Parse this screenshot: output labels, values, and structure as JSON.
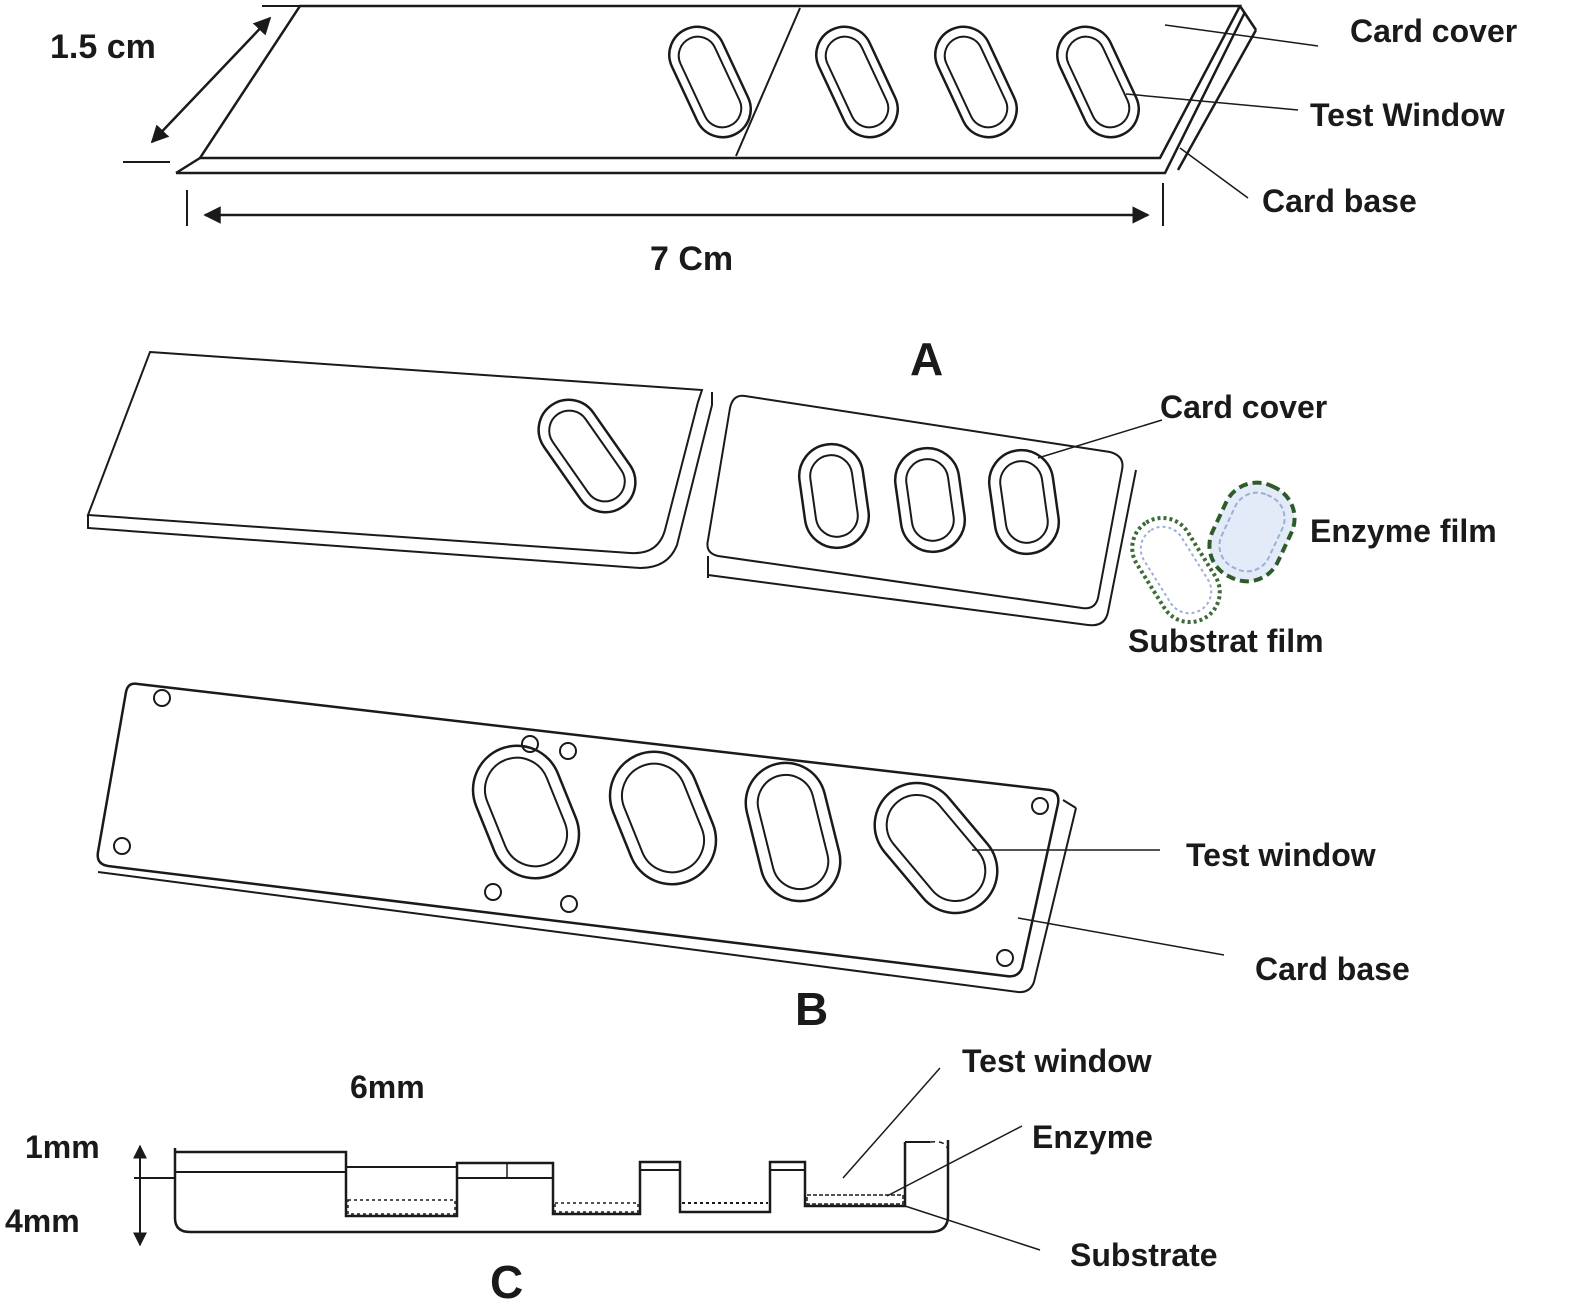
{
  "panel_a": {
    "dim_width": "1.5 cm",
    "dim_length": "7 Cm",
    "card_cover": "Card cover",
    "test_window": "Test Window",
    "card_base": "Card base",
    "panel_letter": "A"
  },
  "exploded": {
    "card_cover": "Card cover",
    "enzyme_film": "Enzyme film",
    "substrat_film": "Substrat film"
  },
  "panel_b": {
    "test_window": "Test window",
    "card_base": "Card base",
    "panel_letter": "B"
  },
  "panel_c": {
    "dim_6mm": "6mm",
    "dim_1mm": "1mm",
    "dim_4mm": "4mm",
    "test_window": "Test window",
    "enzyme": "Enzyme",
    "substrate": "Substrate",
    "panel_letter": "C"
  },
  "colors": {
    "line": "#1a1a1a",
    "enzyme_film_border": "#2f5a2a",
    "enzyme_film_fill": "#e3ebf8",
    "enzyme_film_inner": "#9ab0d8",
    "substrat_film_border": "#3f6a3a"
  }
}
